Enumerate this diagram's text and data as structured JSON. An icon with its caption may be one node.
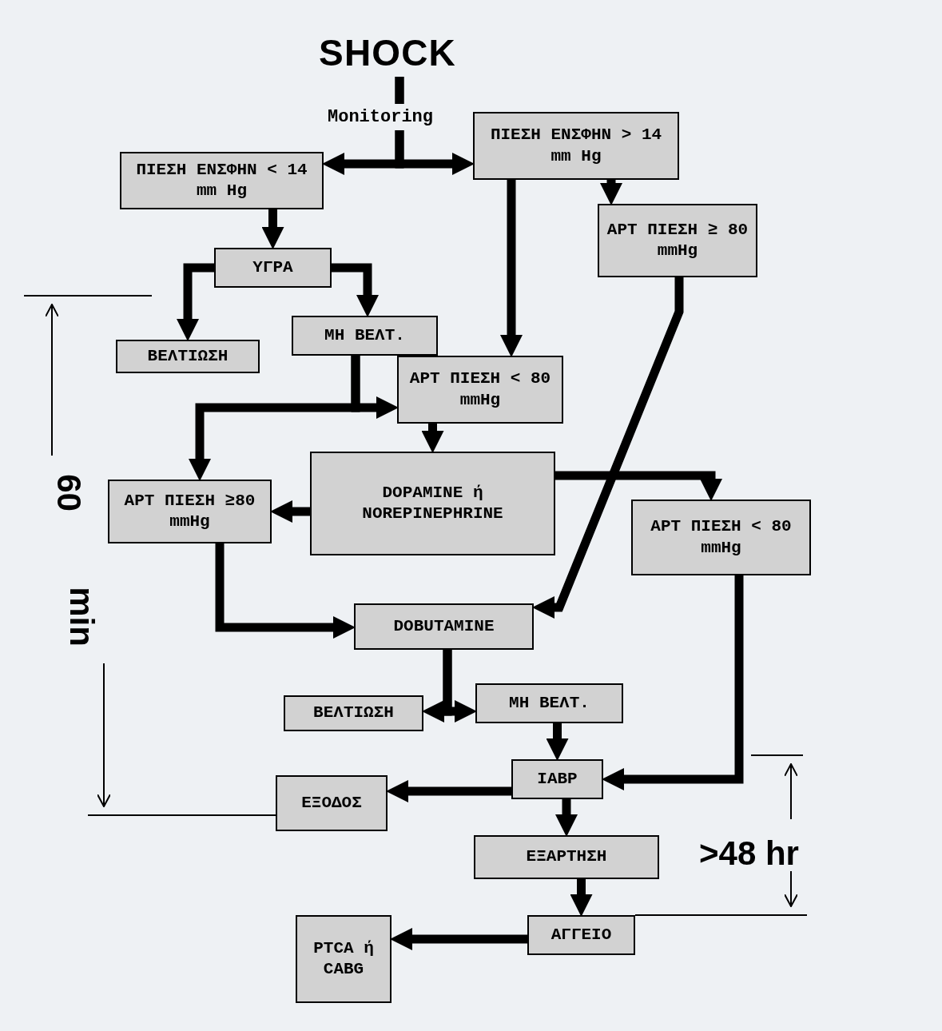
{
  "diagram": {
    "nodes": [
      {
        "text": [
          "SHOCK"
        ]
      },
      {
        "text": [
          "ΠΙΕΣΗ ΕΝΣΦΗΝ < 14 mm Hg"
        ]
      },
      {
        "text": [
          "ΠΙΕΣΗ ΕΝΣΦΗΝ > 14 mm Hg"
        ]
      },
      {
        "text": [
          "ΥΓΡΑ"
        ]
      },
      {
        "text": [
          "ΑΡΤ ΠΙΕΣΗ ≥ 80 mmHg"
        ]
      },
      {
        "text": [
          "ΒΕΛΤΙΩΣΗ"
        ]
      },
      {
        "text": [
          "ΜΗ ΒΕΛΤ."
        ]
      },
      {
        "text": [
          "ΑΡΤ ΠΙΕΣΗ < 80 mmHg"
        ]
      },
      {
        "text": [
          "ΑΡΤ ΠΙΕΣΗ ≥80 mmHg"
        ]
      },
      {
        "text": [
          "DOPAMINE ή NOREPINEPHRINE"
        ]
      },
      {
        "text": [
          "ΑΡΤ ΠΙΕΣΗ < 80 mmHg"
        ]
      },
      {
        "text": [
          "DOBUTAMINE"
        ]
      },
      {
        "text": [
          "ΒΕΛΤΙΩΣΗ"
        ]
      },
      {
        "text": [
          "ΜΗ ΒΕΛΤ."
        ]
      },
      {
        "text": [
          "IABP"
        ]
      },
      {
        "text": [
          "ΕΞΟΔΟΣ"
        ]
      },
      {
        "text": [
          "ΕΞΑΡΤΗΣΗ"
        ]
      },
      {
        "text": [
          "ΑΓΓΕΙΟ"
        ]
      },
      {
        "text": [
          "PTCA ή CABG"
        ]
      }
    ],
    "edges": [
      {
        "from": 0,
        "to": 1,
        "arrow": "to"
      },
      {
        "from": 0,
        "to": 2,
        "arrow": "to"
      },
      {
        "from": 1,
        "to": 3,
        "arrow": "to"
      },
      {
        "from": 2,
        "to": 7,
        "arrow": "to"
      },
      {
        "from": 2,
        "to": 4,
        "arrow": "to"
      },
      {
        "from": 3,
        "to": 5,
        "arrow": "to"
      },
      {
        "from": 3,
        "to": 6,
        "arrow": "to"
      },
      {
        "from": 6,
        "to": 7,
        "arrow": "to"
      },
      {
        "from": 6,
        "to": 8,
        "arrow": "to"
      },
      {
        "from": 7,
        "to": 9,
        "arrow": "to"
      },
      {
        "from": 9,
        "to": 8,
        "arrow": "to"
      },
      {
        "from": 9,
        "to": 10,
        "arrow": "to"
      },
      {
        "from": 4,
        "to": 11,
        "arrow": "to"
      },
      {
        "from": 8,
        "to": 11,
        "arrow": "to"
      },
      {
        "from": 11,
        "to": 12,
        "arrow": "to"
      },
      {
        "from": 11,
        "to": 13,
        "arrow": "to"
      },
      {
        "from": 13,
        "to": 14,
        "arrow": "to"
      },
      {
        "from": 10,
        "to": 14,
        "arrow": "to"
      },
      {
        "from": 14,
        "to": 15,
        "arrow": "to"
      },
      {
        "from": 14,
        "to": 16,
        "arrow": "to"
      },
      {
        "from": 16,
        "to": 17,
        "arrow": "to"
      },
      {
        "from": 17,
        "to": 18,
        "arrow": "to"
      }
    ],
    "labels": [
      "Monitoring",
      "60",
      "min",
      ">48 hr"
    ]
  }
}
